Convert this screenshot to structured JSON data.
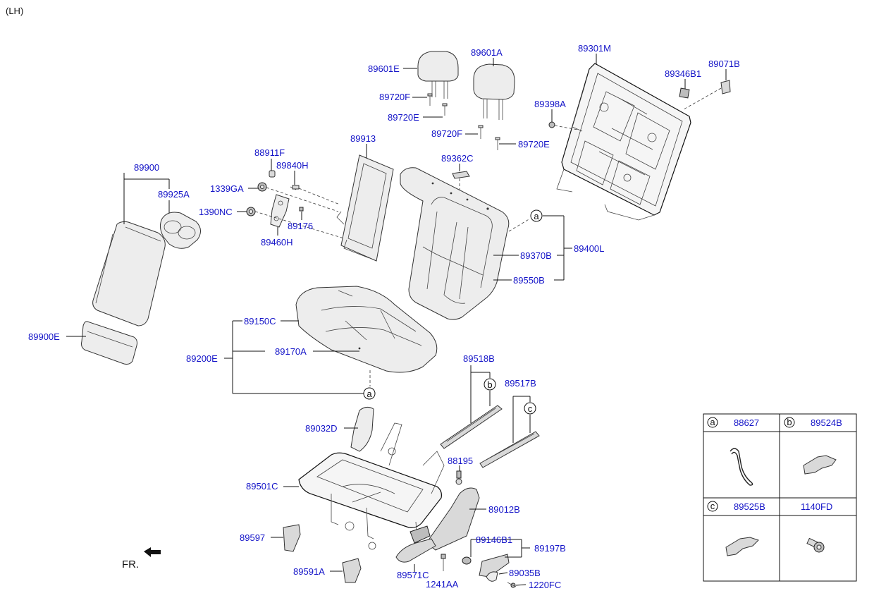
{
  "side_label": "(LH)",
  "direction_label": "FR.",
  "parts": {
    "p89601E": "89601E",
    "p89601A": "89601A",
    "p89301M": "89301M",
    "p89071B": "89071B",
    "p89346B1": "89346B1",
    "p89398A": "89398A",
    "p89720F_a": "89720F",
    "p89720E_a": "89720E",
    "p89720F_b": "89720F",
    "p89720E_b": "89720E",
    "p89913": "89913",
    "p89362C": "89362C",
    "p88911F": "88911F",
    "p89840H": "89840H",
    "p1339GA": "1339GA",
    "p1390NC": "1390NC",
    "p89176": "89176",
    "p89460H": "89460H",
    "p89900": "89900",
    "p89925A": "89925A",
    "p89900E": "89900E",
    "p89370B": "89370B",
    "p89400L": "89400L",
    "p89550B": "89550B",
    "p89150C": "89150C",
    "p89170A": "89170A",
    "p89200E": "89200E",
    "p89518B": "89518B",
    "p89517B": "89517B",
    "p89032D": "89032D",
    "p88195": "88195",
    "p89501C": "89501C",
    "p89012B": "89012B",
    "p89597": "89597",
    "p89146B1": "89146B1",
    "p89197B": "89197B",
    "p89591A": "89591A",
    "p89571C": "89571C",
    "p89035B": "89035B",
    "p1241AA": "1241AA",
    "p1220FC": "1220FC"
  },
  "callouts": {
    "a": "a",
    "b": "b",
    "c": "c"
  },
  "legend": {
    "cells": [
      {
        "letter": "a",
        "part": "88627"
      },
      {
        "letter": "b",
        "part": "89524B"
      },
      {
        "letter": "c",
        "part": "89525B"
      },
      {
        "letter": "",
        "part": "1140FD"
      }
    ]
  }
}
